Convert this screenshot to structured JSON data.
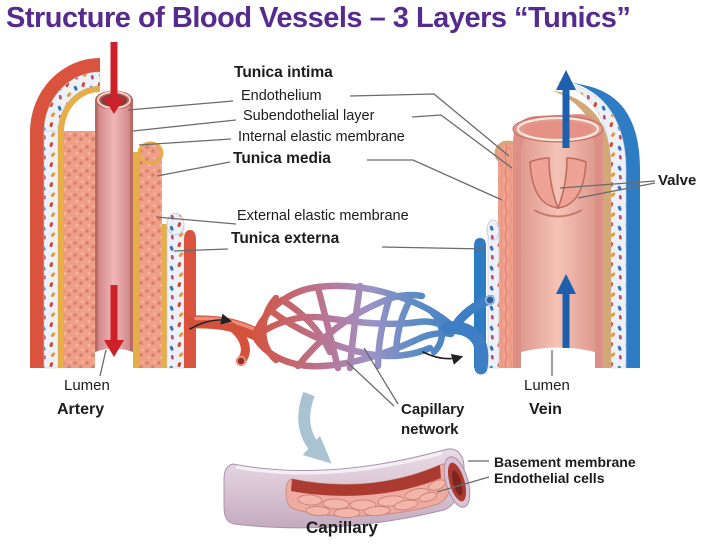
{
  "title": "Structure of Blood Vessels – 3 Layers “Tunics”",
  "labels": {
    "tunica_intima": "Tunica intima",
    "endothelium": "Endothelium",
    "subendothelial_layer": "Subendothelial layer",
    "internal_elastic_membrane": "Internal elastic membrane",
    "tunica_media": "Tunica media",
    "external_elastic_membrane": "External elastic membrane",
    "tunica_externa": "Tunica externa",
    "valve": "Valve",
    "lumen_artery": "Lumen",
    "artery": "Artery",
    "lumen_vein": "Lumen",
    "vein": "Vein",
    "capillary_network_line1": "Capillary",
    "capillary_network_line2": "network",
    "basement_membrane": "Basement membrane",
    "endothelial_cells": "Endothelial cells",
    "capillary": "Capillary"
  },
  "colors": {
    "title_purple": "#562b8f",
    "artery_red": "#d9533f",
    "vein_blue": "#2e7cc3",
    "media_pink": "#ef9f87",
    "lumen_pink": "#f0b6b6",
    "elastic_yellow": "#e5ae49",
    "connective_white": "#edf0f6",
    "capillary_purple": "#9b93c7",
    "tan_intima": "#d2a878",
    "arrow_red": "#cc2128",
    "arrow_blue": "#1e5fae",
    "flow_arrow_black": "#222222",
    "big_arrow_gray": "#a9c3d2",
    "leader_line_gray": "#6b6b6b",
    "label_text": "#1c1c1c",
    "capillary_wall_lavender": "#d9c6d4",
    "capillary_lining_red": "#ab3a31"
  }
}
